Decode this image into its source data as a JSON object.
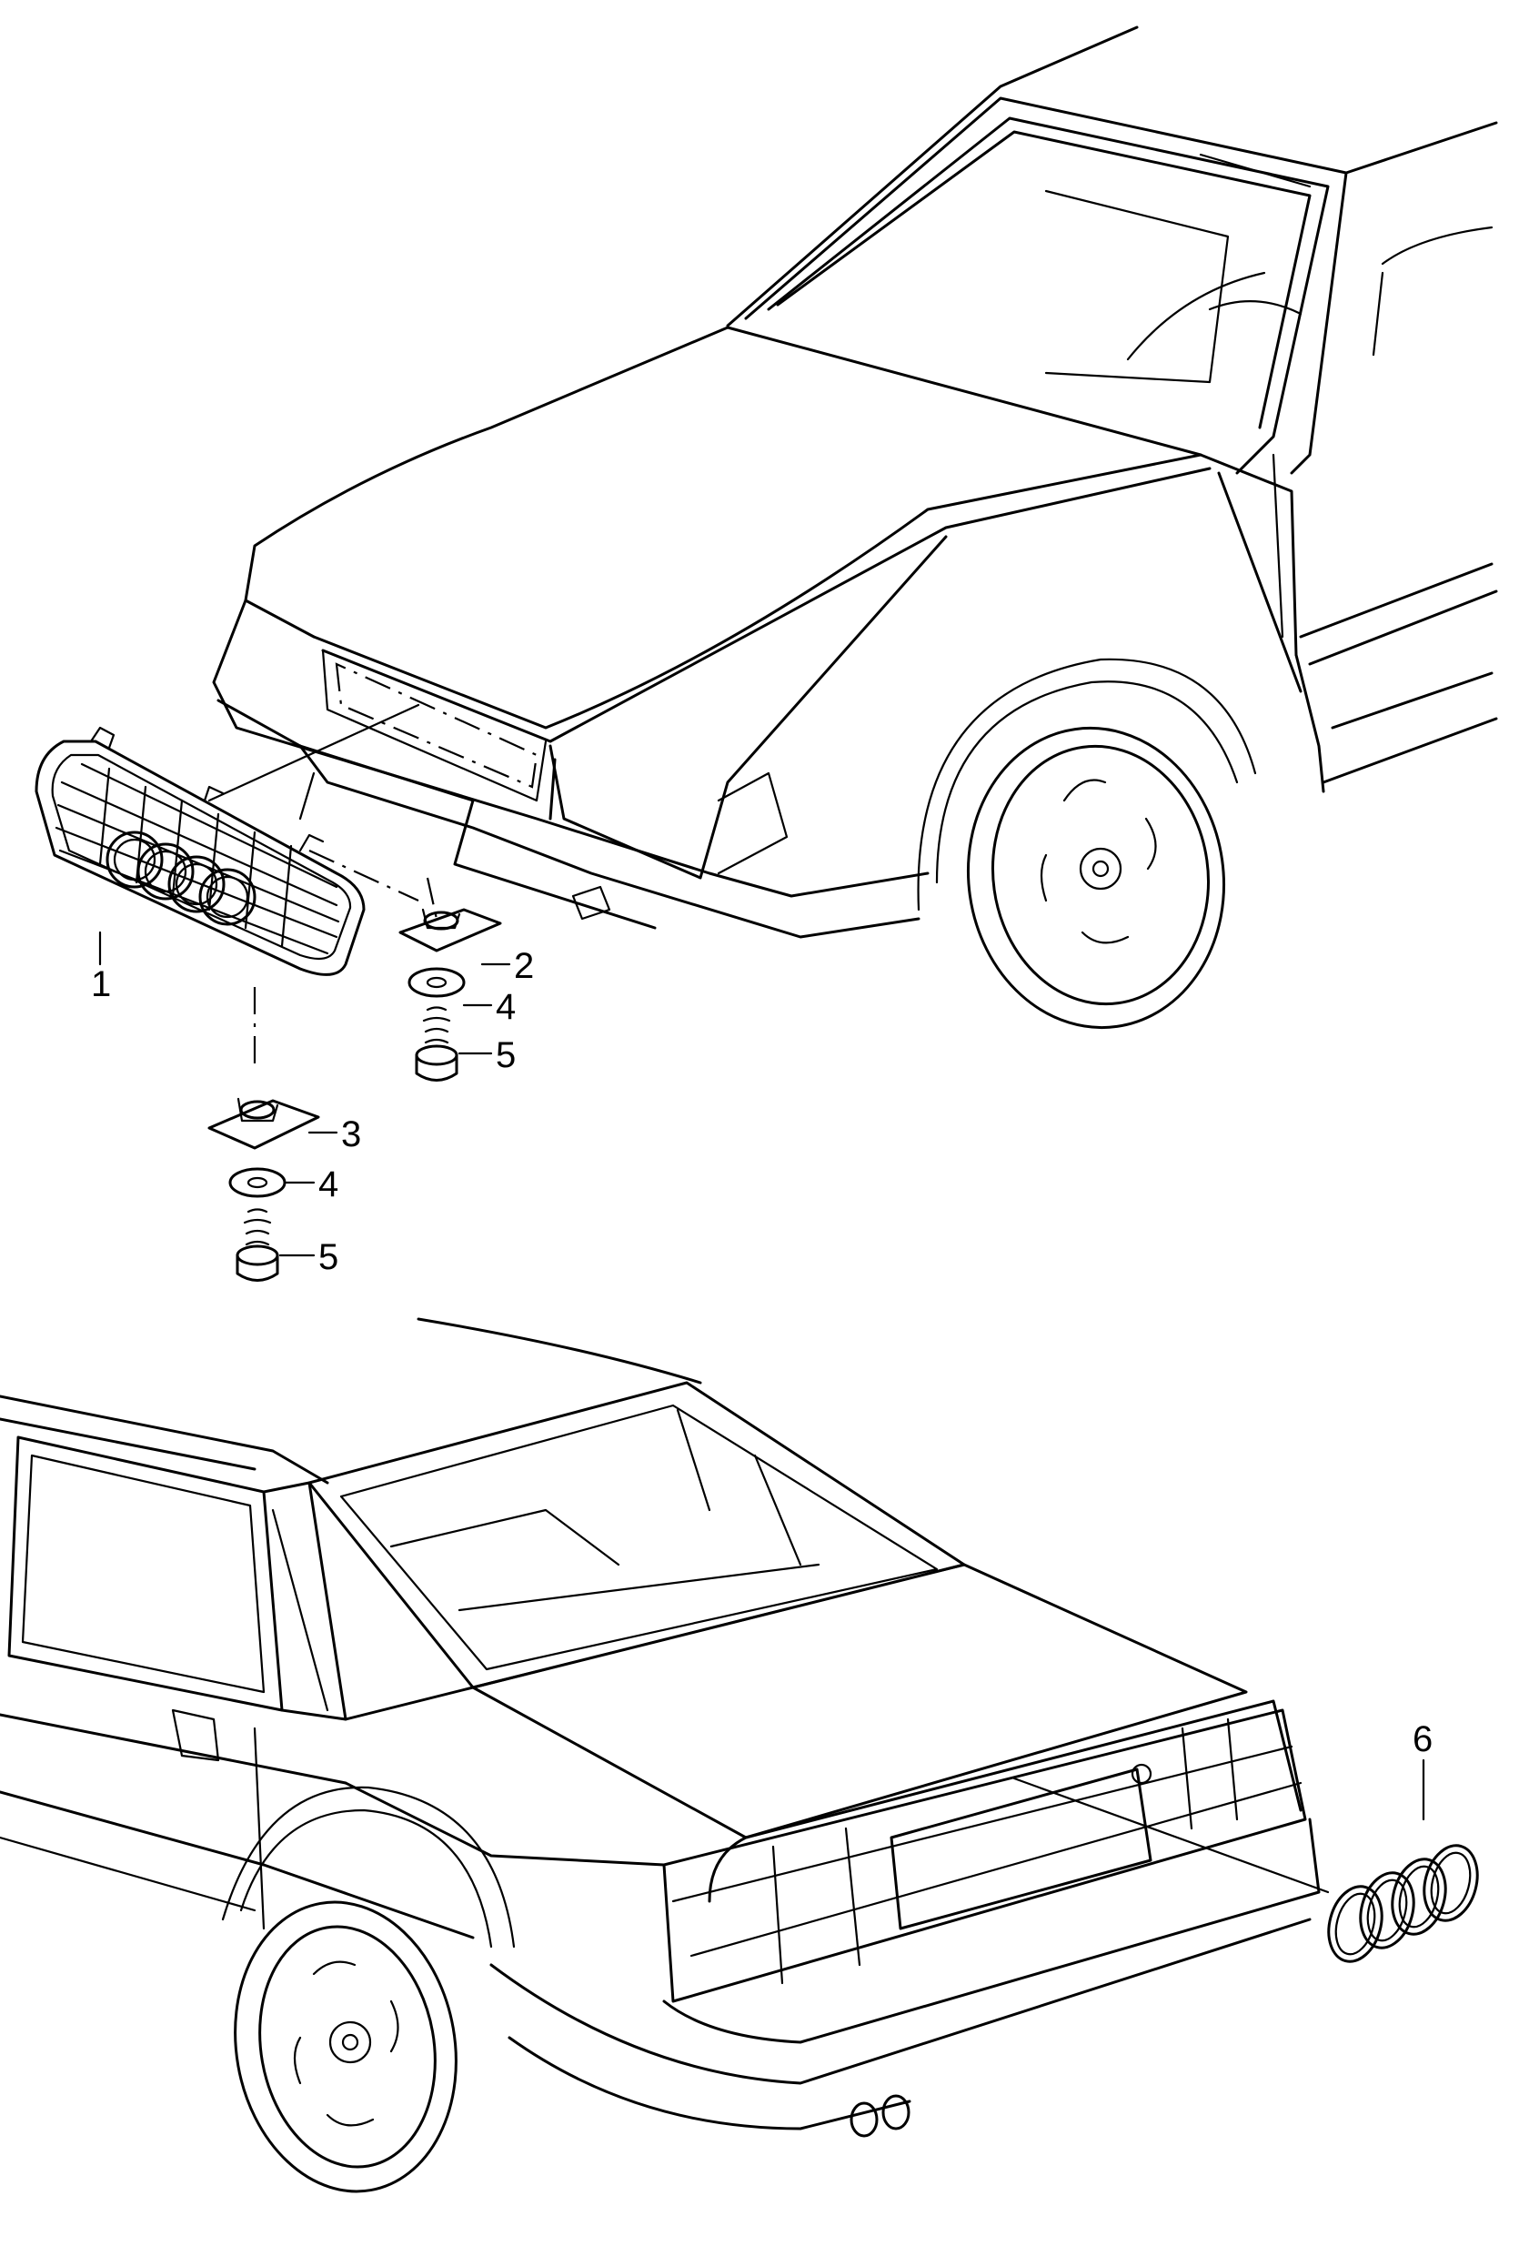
{
  "callouts": [
    {
      "id": "1",
      "label": "1",
      "part": "grille"
    },
    {
      "id": "2",
      "label": "2",
      "part": "clip-front"
    },
    {
      "id": "3",
      "label": "3",
      "part": "clip-lower"
    },
    {
      "id": "4a",
      "label": "4",
      "part": "washer"
    },
    {
      "id": "4b",
      "label": "4",
      "part": "washer"
    },
    {
      "id": "5a",
      "label": "5",
      "part": "screw"
    },
    {
      "id": "5b",
      "label": "5",
      "part": "screw"
    },
    {
      "id": "6",
      "label": "6",
      "part": "emblem-rings"
    }
  ]
}
